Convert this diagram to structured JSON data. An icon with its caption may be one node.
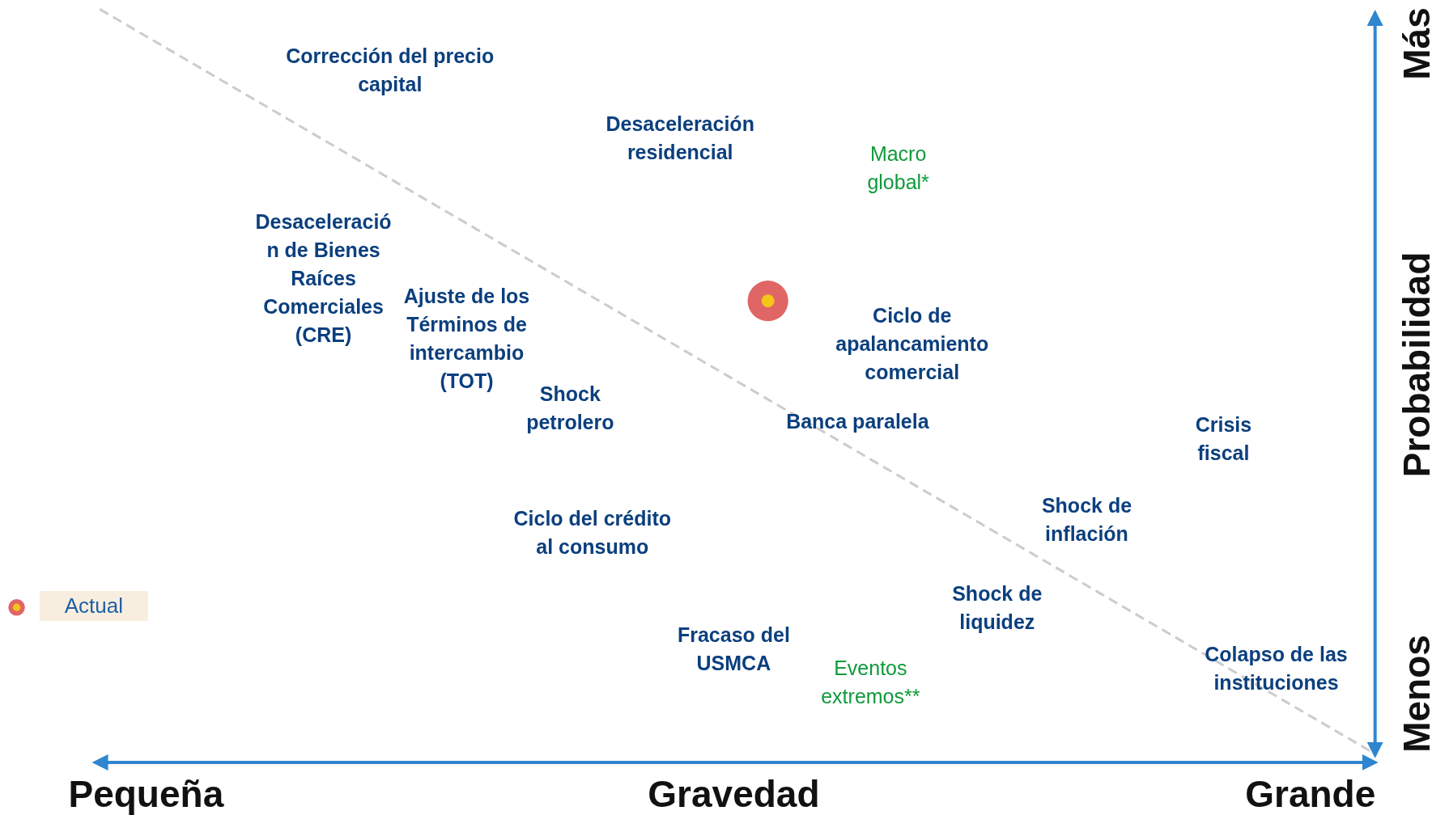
{
  "diagram": {
    "labels": [
      "Corrección del precio capital",
      "Desaceleración residencial",
      "Macro global*",
      "Desaceleración de Bienes Raíces Comerciales (CRE)",
      "Ajuste de los Términos de intercambio (TOT)",
      "Ciclo de apalancamiento comercial",
      "Shock petrolero",
      "Banca paralela",
      "Crisis fiscal",
      "Ciclo del crédito al consumo",
      "Shock de inflación",
      "Shock de liquidez",
      "Fracaso del USMCA",
      "Eventos extremos**",
      "Colapso de las instituciones",
      "Pequeña",
      "Gravedad",
      "Grande",
      "Más",
      "Probabilidad",
      "Menos"
    ],
    "legend": [
      {
        "text": "Actual"
      }
    ]
  }
}
